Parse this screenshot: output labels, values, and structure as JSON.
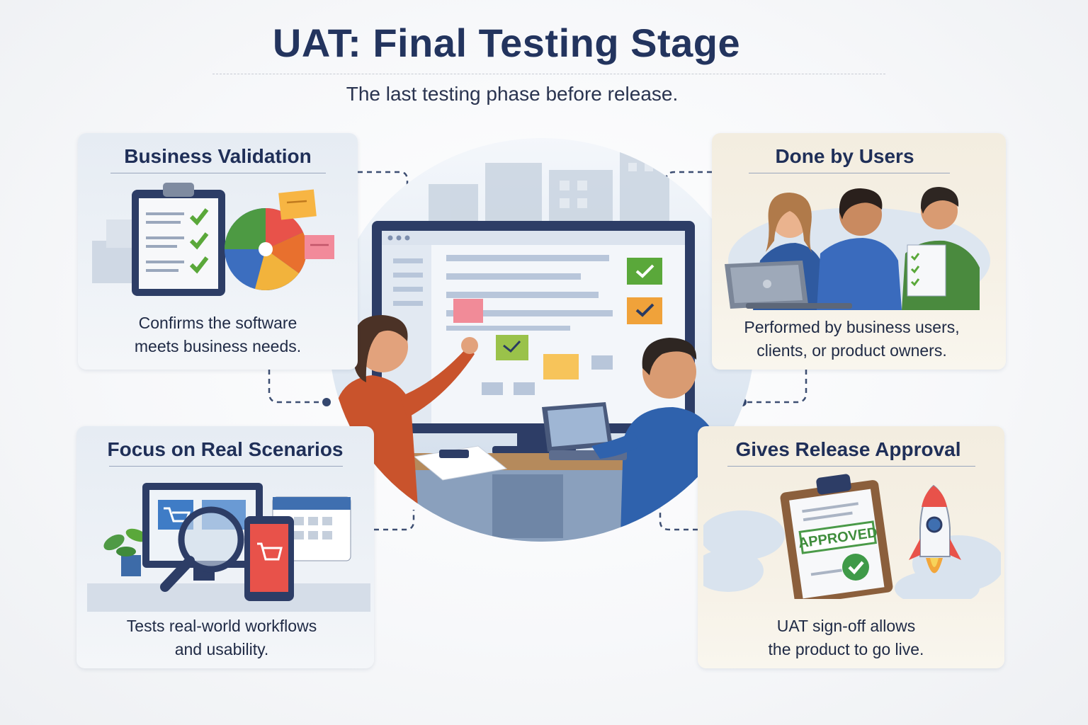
{
  "title": "UAT: Final Testing Stage",
  "subtitle": "The last testing phase before release.",
  "cards": [
    {
      "title": "Business Validation",
      "lines": [
        "Confirms the software",
        "meets business needs."
      ]
    },
    {
      "title": "Done by Users",
      "lines": [
        "Performed by business users,",
        "clients, or product owners."
      ]
    },
    {
      "title": "Focus on Real Scenarios",
      "lines": [
        "Tests real-world workflows",
        "and usability."
      ]
    },
    {
      "title": "Gives Release Approval",
      "lines": [
        "UAT sign-off allows",
        "the product to go live."
      ]
    }
  ],
  "stamp": {
    "text": "APPROVED"
  },
  "icons": [
    "clipboard-checklist-icon",
    "pie-chart-icon",
    "sticky-note-icon",
    "laptop-icon",
    "users-group-icon",
    "monitor-icon",
    "shopping-cart-icon",
    "magnifier-icon",
    "tablet-icon",
    "calendar-icon",
    "plant-icon",
    "rocket-icon",
    "check-badge-icon"
  ],
  "colors": {
    "navy": "#23345e",
    "accent_green": "#5aa83a",
    "accent_orange": "#f0a23a",
    "accent_red": "#e8524a",
    "card_blue": "#e6ecf3",
    "card_warm": "#f3ede0"
  }
}
